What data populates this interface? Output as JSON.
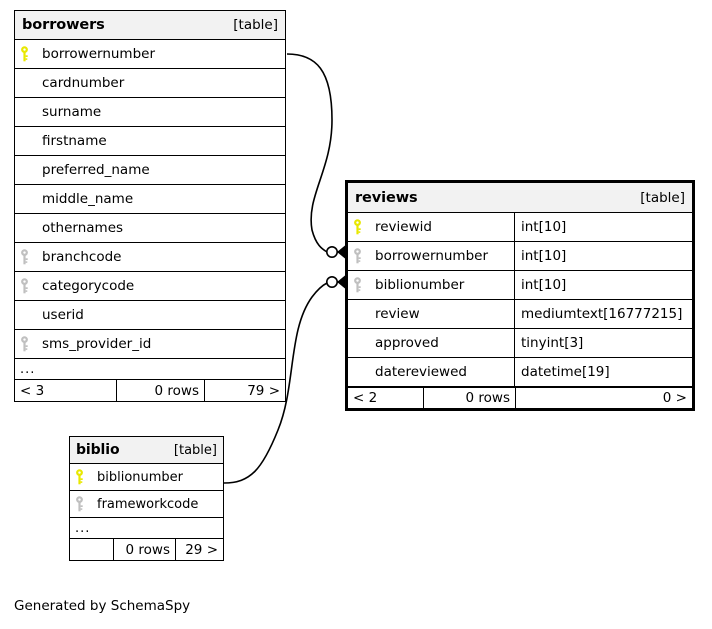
{
  "diagram": {
    "type": "entity-relationship-diagram",
    "generator_note": "Generated by SchemaSpy"
  },
  "tables": [
    {
      "id": "borrowers",
      "name": "borrowers",
      "tag": "[table]",
      "focal": false,
      "show_types": false,
      "columns": [
        {
          "key": "primary",
          "name": "borrowernumber"
        },
        {
          "key": "none",
          "name": "cardnumber"
        },
        {
          "key": "none",
          "name": "surname"
        },
        {
          "key": "none",
          "name": "firstname"
        },
        {
          "key": "none",
          "name": "preferred_name"
        },
        {
          "key": "none",
          "name": "middle_name"
        },
        {
          "key": "none",
          "name": "othernames"
        },
        {
          "key": "foreign",
          "name": "branchcode"
        },
        {
          "key": "foreign",
          "name": "categorycode"
        },
        {
          "key": "none",
          "name": "userid"
        },
        {
          "key": "foreign",
          "name": "sms_provider_id"
        }
      ],
      "ellipsis": "...",
      "footer": {
        "left": "< 3",
        "middle": "0 rows",
        "right": "79 >"
      }
    },
    {
      "id": "reviews",
      "name": "reviews",
      "tag": "[table]",
      "focal": true,
      "show_types": true,
      "columns": [
        {
          "key": "primary",
          "name": "reviewid",
          "type": "int[10]"
        },
        {
          "key": "foreign",
          "name": "borrowernumber",
          "type": "int[10]"
        },
        {
          "key": "foreign",
          "name": "biblionumber",
          "type": "int[10]"
        },
        {
          "key": "none",
          "name": "review",
          "type": "mediumtext[16777215]"
        },
        {
          "key": "none",
          "name": "approved",
          "type": "tinyint[3]"
        },
        {
          "key": "none",
          "name": "datereviewed",
          "type": "datetime[19]"
        }
      ],
      "ellipsis": null,
      "footer": {
        "left": "< 2",
        "middle": "0 rows",
        "right": "0 >"
      }
    },
    {
      "id": "biblio",
      "name": "biblio",
      "tag": "[table]",
      "focal": false,
      "show_types": false,
      "columns": [
        {
          "key": "primary",
          "name": "biblionumber"
        },
        {
          "key": "foreign",
          "name": "frameworkcode"
        }
      ],
      "ellipsis": "...",
      "footer": {
        "left": "",
        "middle": "0 rows",
        "right": "29 >"
      }
    }
  ],
  "relationships": [
    {
      "id": "borrowers-reviews",
      "from_table": "borrowers",
      "from_column": "borrowernumber",
      "to_table": "reviews",
      "to_column": "borrowernumber",
      "endpoint": "zero-or-many"
    },
    {
      "id": "biblio-reviews",
      "from_table": "biblio",
      "from_column": "biblionumber",
      "to_table": "reviews",
      "to_column": "biblionumber",
      "endpoint": "zero-or-many"
    }
  ],
  "colors": {
    "primary_key": "#e8e800",
    "foreign_key": "#c0c0c0",
    "header_bg": "#f2f2f2",
    "border": "#000000",
    "background": "#ffffff"
  },
  "icons": {
    "primary_key": "key-icon",
    "foreign_key": "key-icon"
  }
}
